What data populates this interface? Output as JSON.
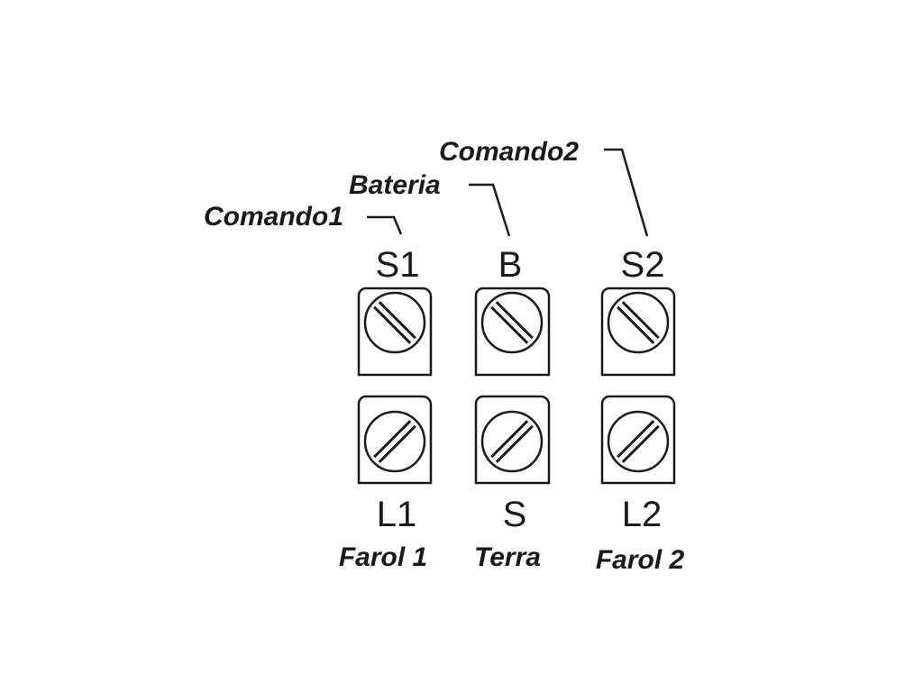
{
  "callouts": {
    "comando1": "Comando1",
    "bateria": "Bateria",
    "comando2": "Comando2"
  },
  "top_terminals": {
    "s1": "S1",
    "b": "B",
    "s2": "S2"
  },
  "bottom_terminals": {
    "l1": "L1",
    "s": "S",
    "l2": "L2"
  },
  "bottom_labels": {
    "farol1": "Farol 1",
    "terra": "Terra",
    "farol2": "Farol 2"
  },
  "colors": {
    "ink": "#1a1a1a",
    "background": "#ffffff"
  }
}
